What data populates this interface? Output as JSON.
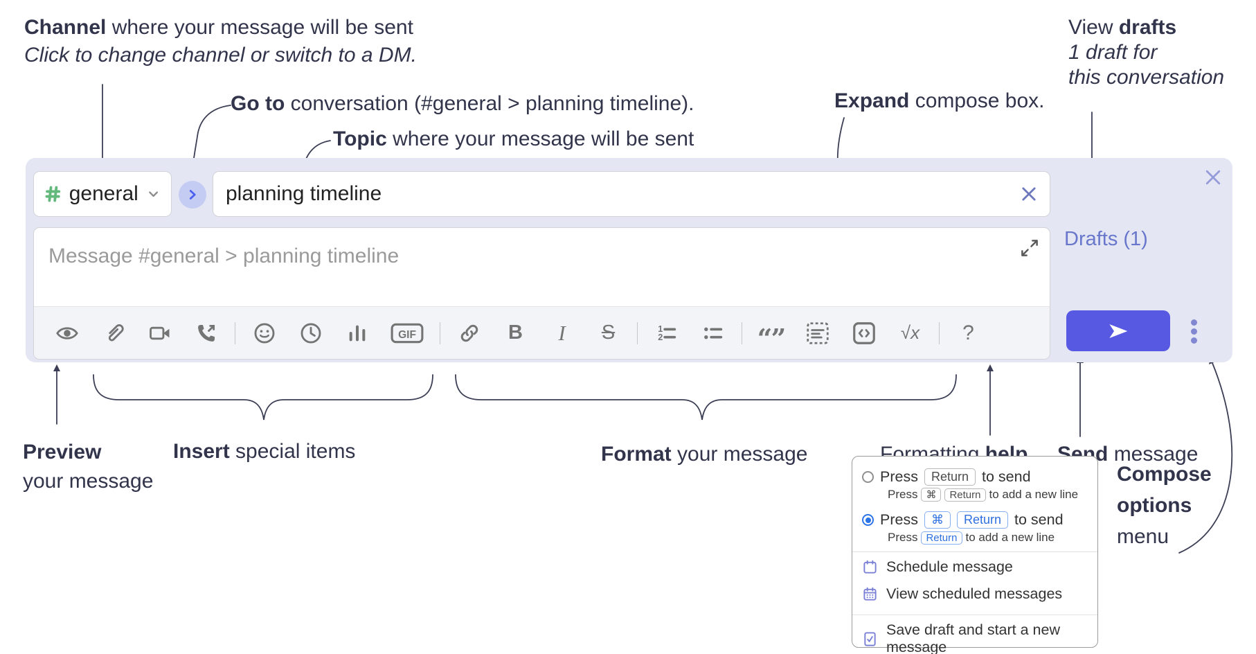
{
  "annotations": {
    "channel": {
      "bold": "Channel",
      "rest": " where your message will be sent",
      "sub": "Click to change channel or switch to a DM."
    },
    "goto": {
      "bold": "Go to",
      "rest": " conversation (#general > planning timeline)."
    },
    "topic": {
      "bold": "Topic",
      "rest": " where your message will be sent"
    },
    "expand": {
      "bold": "Expand",
      "rest": " compose box."
    },
    "drafts": {
      "pre": "View ",
      "bold": "drafts",
      "line2": "1 draft for",
      "line3": "this conversation"
    },
    "preview": {
      "bold": "Preview",
      "line2": "your message"
    },
    "insert": {
      "bold": "Insert",
      "rest": " special items"
    },
    "format": {
      "bold": "Format",
      "rest": " your message"
    },
    "help": {
      "pre": "Formatting ",
      "bold": "help"
    },
    "send": {
      "bold": "Send",
      "rest": " message"
    },
    "compose_options": {
      "line1": "Compose",
      "line2": "options",
      "line3": "menu"
    }
  },
  "compose": {
    "channel": {
      "name": "general"
    },
    "topic": {
      "value": "planning timeline"
    },
    "message": {
      "placeholder": "Message #general > planning timeline"
    },
    "drafts_link": "Drafts (1)",
    "toolbar": {
      "gif": "GIF",
      "bold": "B",
      "italic": "I",
      "strike": "S",
      "quote": "“”",
      "math": "√x",
      "help": "?",
      "ol1": "1",
      "ol2": "2"
    },
    "icons": [
      "preview-eye-icon",
      "attach-paperclip-icon",
      "video-call-icon",
      "voice-call-icon",
      "emoji-smiley-icon",
      "time-clock-icon",
      "poll-chart-icon",
      "gif-icon",
      "link-icon",
      "bold-icon",
      "italic-icon",
      "strikethrough-icon",
      "numbered-list-icon",
      "bulleted-list-icon",
      "quote-icon",
      "spoiler-icon",
      "code-icon",
      "math-icon",
      "help-icon"
    ]
  },
  "popup": {
    "option1": {
      "prefix": "Press",
      "key": "Return",
      "suffix": "to send",
      "sub_prefix": "Press",
      "sub_key1": "⌘",
      "sub_key2": "Return",
      "sub_suffix": "to add a new line"
    },
    "option2": {
      "prefix": "Press",
      "key1": "⌘",
      "key2": "Return",
      "suffix": "to send",
      "sub_prefix": "Press",
      "sub_key1": "Return",
      "sub_suffix": "to add a new line"
    },
    "items": [
      {
        "label": "Schedule message",
        "icon": "calendar-icon"
      },
      {
        "label": "View scheduled messages",
        "icon": "calendar-grid-icon"
      },
      {
        "label": "Save draft and start a new message",
        "icon": "save-draft-icon"
      }
    ]
  },
  "colors": {
    "compose_bg": "#e4e6f4",
    "send_button": "#5759e3",
    "drafts_link": "#6877cb",
    "channel_hash_green": "#63b87c",
    "goto_circle": "#c4ccf3",
    "goto_chevron": "#4a5ff0",
    "radio_selected": "#2b74e8",
    "popup_icon": "#7a80d6",
    "annotation_ink": "#31344a"
  }
}
